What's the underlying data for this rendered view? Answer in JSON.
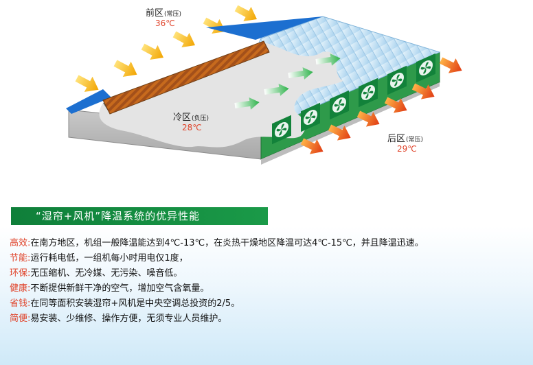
{
  "zones": {
    "front": {
      "label": "前区",
      "note": "(常压)",
      "temp": "36℃"
    },
    "cold": {
      "label": "冷区",
      "note": "(负压)",
      "temp": "28℃"
    },
    "back": {
      "label": "后区",
      "note": "(常压)",
      "temp": "29℃"
    }
  },
  "banner": {
    "title": "“湿帘+风机”降温系统的优异性能"
  },
  "features": [
    {
      "key": "高效:",
      "desc": "在南方地区，机组一般降温能达到4℃-13℃，在炎热干燥地区降温可达4℃-15℃，并且降温迅速。"
    },
    {
      "key": "节能:",
      "desc": "运行耗电低，一组机每小时用电仅1度，"
    },
    {
      "key": "环保:",
      "desc": "无压缩机、无冷媒、无污染、噪音低。"
    },
    {
      "key": "健康:",
      "desc": "不断提供新鲜干净的空气，增加空气含氧量。"
    },
    {
      "key": "省钱:",
      "desc": "在同等面积安装湿帘+风机是中央空调总投资的2/5。"
    },
    {
      "key": "简便:",
      "desc": "易安装、少维修、操作方便，无须专业人员维护。"
    }
  ],
  "colors": {
    "accent_red": "#e0442b",
    "banner_green": "#178c40",
    "roof_blue": "#1c6fd0",
    "fan_green": "#12823a"
  }
}
